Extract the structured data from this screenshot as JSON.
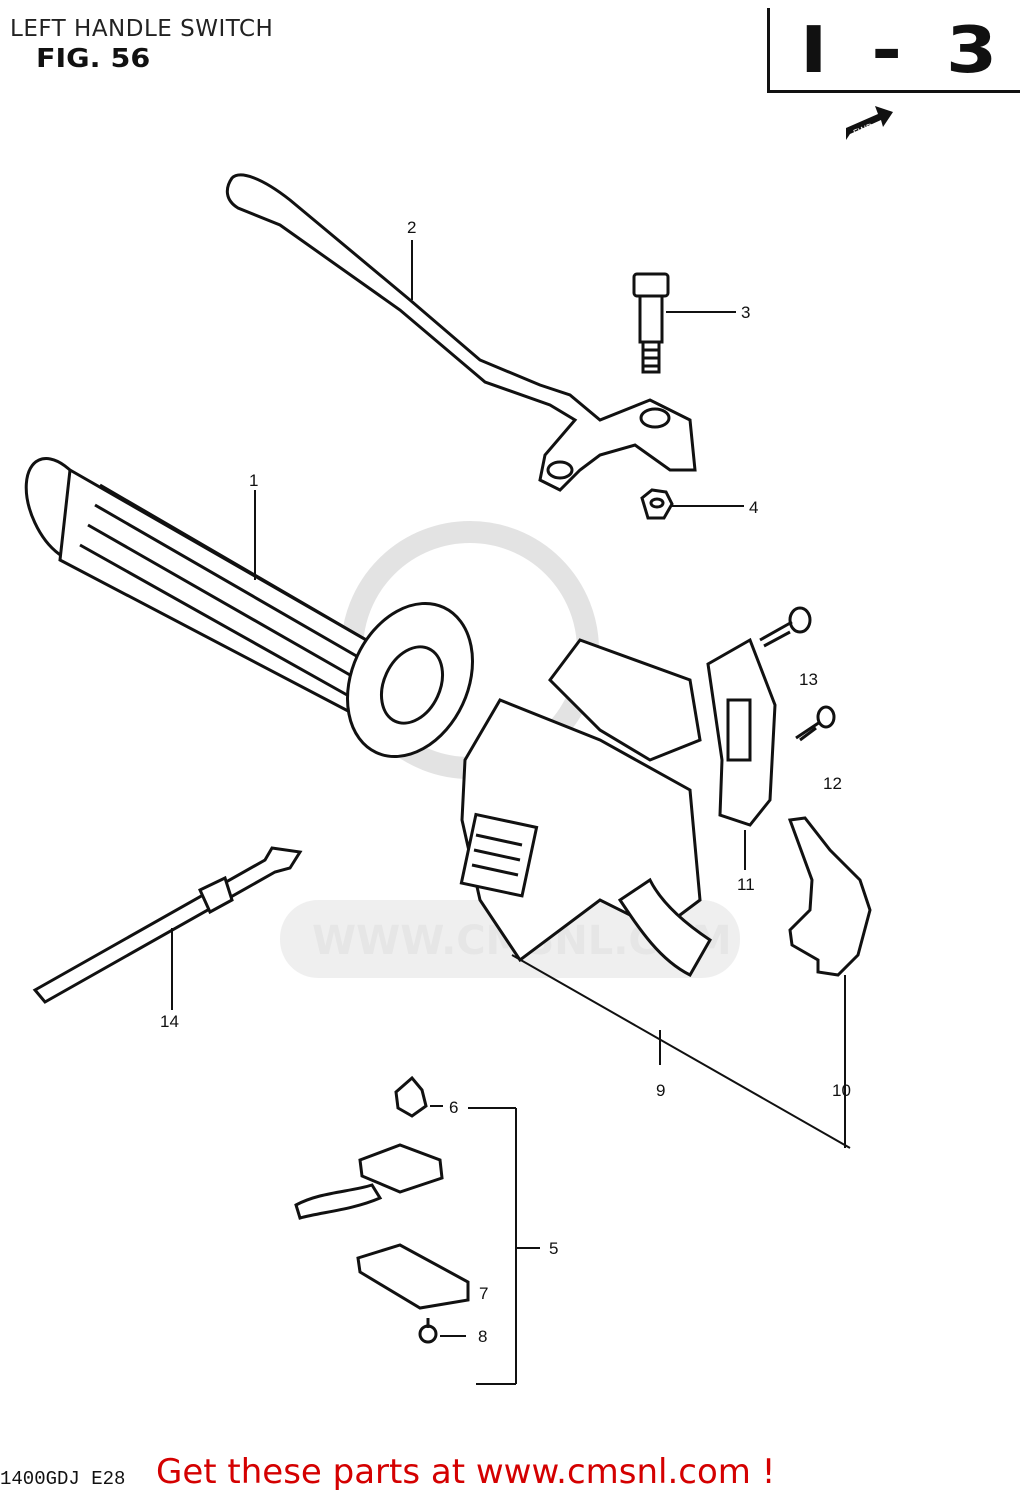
{
  "header": {
    "title": "LEFT HANDLE SWITCH",
    "figure": "FIG. 56",
    "section": "I - 3"
  },
  "direction_label": "FWD",
  "watermark": "WWW.CMSNL.COM",
  "callouts": [
    "1",
    "2",
    "3",
    "4",
    "5",
    "6",
    "7",
    "8",
    "9",
    "10",
    "11",
    "12",
    "13",
    "14"
  ],
  "footer": {
    "model_code": "1400GDJ  E28",
    "cta": "Get these parts at www.cmsnl.com !"
  }
}
